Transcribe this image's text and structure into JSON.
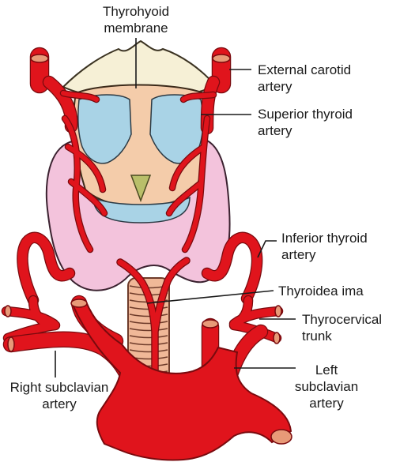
{
  "labels": {
    "thyrohyoid_membrane": [
      "Thyrohyoid",
      "membrane"
    ],
    "external_carotid": [
      "External carotid",
      "artery"
    ],
    "superior_thyroid": [
      "Superior thyroid",
      "artery"
    ],
    "inferior_thyroid": [
      "Inferior thyroid",
      "artery"
    ],
    "thyroidea_ima": [
      "Thyroidea ima"
    ],
    "thyrocervical_trunk": [
      "Thyrocervical",
      "trunk"
    ],
    "right_subclavian": [
      "Right subclavian",
      "artery"
    ],
    "left_subclavian": [
      "Left",
      "subclavian",
      "artery"
    ]
  },
  "colors": {
    "artery": "#e0141c",
    "artery_outline": "#7a0a0e",
    "thyroid_gland": "#f3c3dc",
    "thyroid_cartilage": "#f4ccaa",
    "membrane_fill": "#a9d3e6",
    "hyoid": "#f6f0d6",
    "trachea": "#f0b898",
    "epiglottis_tip": "#b9bf6a",
    "vessel_cut_end": "#e89a78"
  }
}
